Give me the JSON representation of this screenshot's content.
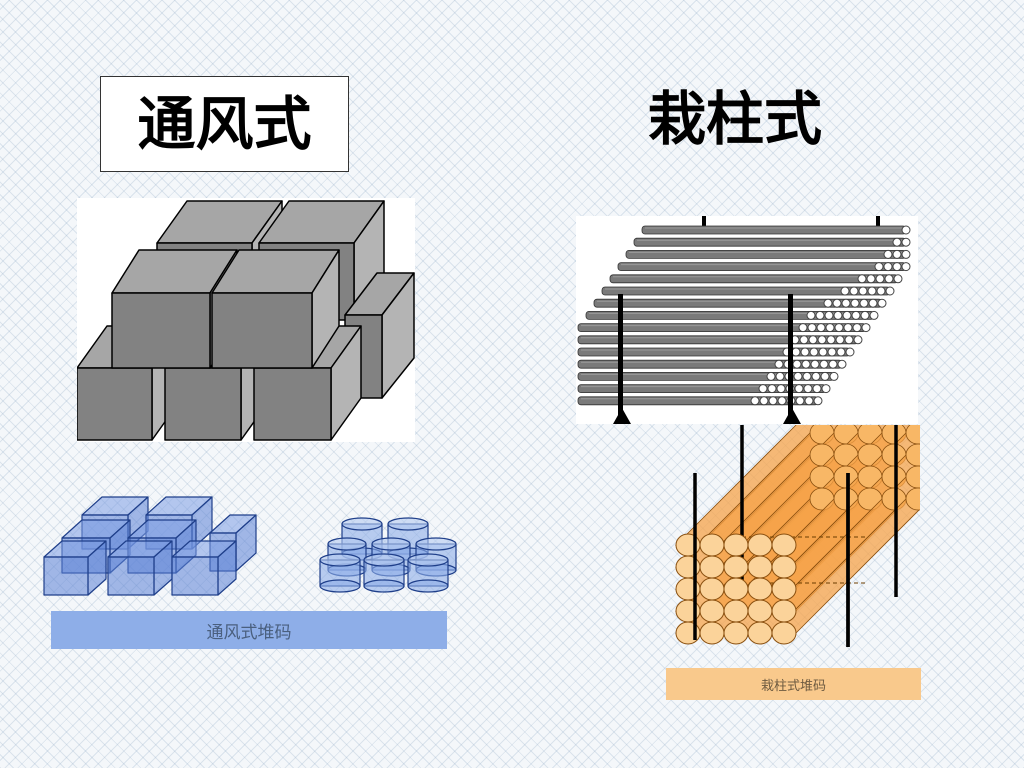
{
  "left": {
    "title": "通风式",
    "caption": "通风式堆码"
  },
  "right": {
    "title": "栽柱式",
    "caption": "栽柱式堆码"
  },
  "colors": {
    "gray_front": "#828282",
    "gray_top": "#a6a6a6",
    "gray_side": "#b4b4b4",
    "blue_box": "#5b82d6",
    "orange_log": "#f5a34a",
    "caption_blue": "#8eaee8",
    "caption_orange": "#f9c98c"
  }
}
